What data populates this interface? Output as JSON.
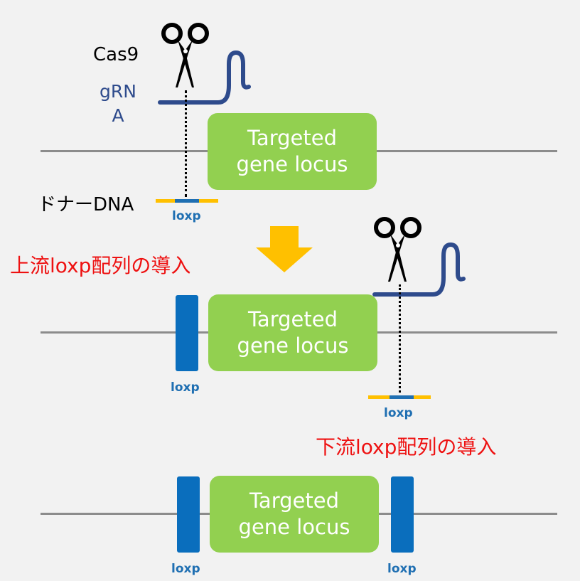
{
  "labels": {
    "cas9": "Cas9",
    "grna_line1": "gRN",
    "grna_line2": "A",
    "donor": "ドナーDNA",
    "upstream_intro": "上流loxp配列の導入",
    "downstream_intro": "下流loxp配列の導入",
    "loxp": "loxp",
    "gene_line1": "Targeted",
    "gene_line2": "gene locus"
  },
  "colors": {
    "background": "#f2f2f2",
    "gene": "#92d050",
    "loxp": "#0a6ebd",
    "donor": "#ffc000",
    "grna": "#2e4b8c",
    "highlight_text": "#ee1111",
    "arrow": "#ffc000",
    "chromosome": "#8c8c8c"
  },
  "icons": [
    "scissors-icon",
    "grna-strand-icon",
    "down-arrow-icon"
  ]
}
